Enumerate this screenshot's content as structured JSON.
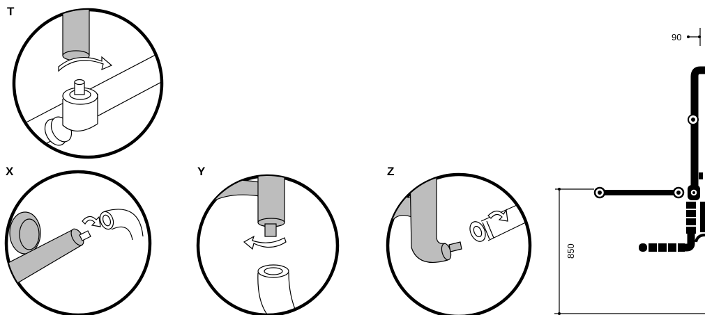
{
  "steps": {
    "t": {
      "label": "T"
    },
    "x": {
      "label": "X"
    },
    "y": {
      "label": "Y"
    },
    "z": {
      "label": "Z"
    }
  },
  "dimensions": {
    "top_offset": "90",
    "height": "850"
  },
  "colors": {
    "line": "#000000",
    "pipe_fill": "#bdbdbd",
    "background": "#ffffff"
  }
}
